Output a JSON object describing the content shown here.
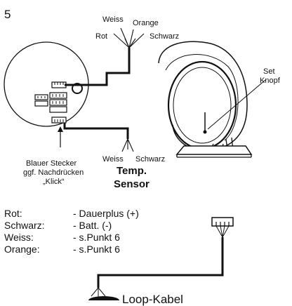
{
  "step_number": "5",
  "labels": {
    "weiss_top": "Weiss",
    "orange": "Orange",
    "rot": "Rot",
    "schwarz_top": "Schwarz",
    "set_knopf_line1": "Set",
    "set_knopf_line2": "Knopf",
    "blauer_stecker_line1": "Blauer Stecker",
    "blauer_stecker_line2": "ggf. Nachdrücken",
    "blauer_stecker_line3": "„Klick“",
    "weiss_sensor": "Weiss",
    "schwarz_sensor": "Schwarz",
    "temp_line1": "Temp.",
    "temp_line2": "Sensor",
    "loop_kabel": "Loop-Kabel"
  },
  "legend": [
    {
      "key": "Rot:",
      "value": "- Dauerplus (+)"
    },
    {
      "key": "Schwarz:",
      "value": "- Batt. (-)"
    },
    {
      "key": "Weiss:",
      "value": "- s.Punkt 6"
    },
    {
      "key": "Orange:",
      "value": "- s.Punkt 6"
    }
  ]
}
